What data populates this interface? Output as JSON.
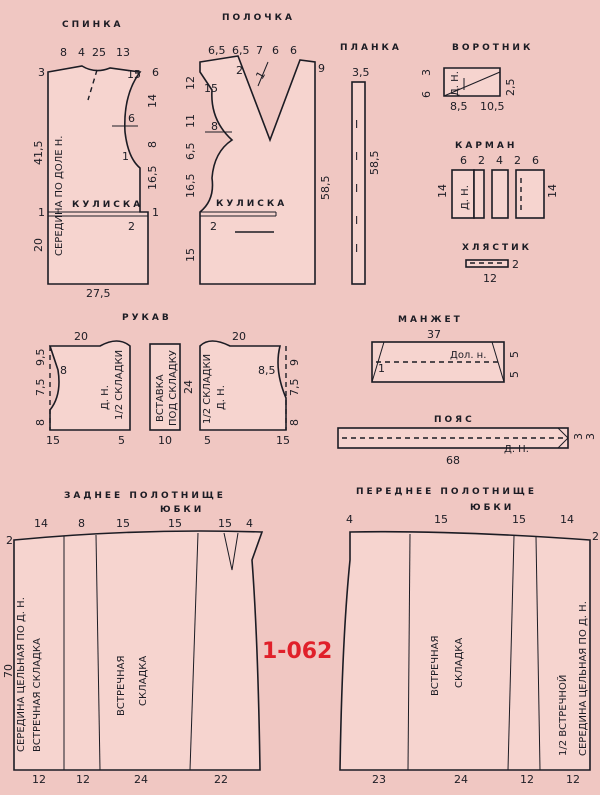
{
  "titles": {
    "back": "СПИНКА",
    "front": "ПОЛОЧКА",
    "placket": "ПЛАНКА",
    "collar": "ВОРОТНИК",
    "pocket": "КАРМАН",
    "tab": "ХЛЯСТИК",
    "sleeve": "РУКАВ",
    "cuff": "МАНЖЕТ",
    "belt": "ПОЯС",
    "skirt_back": "ЗАДНЕЕ ПОЛОТНИЩЕ",
    "skirt_back_sub": "ЮБКИ",
    "skirt_front": "ПЕРЕДНЕЕ ПОЛОТНИЩЕ",
    "skirt_front_sub": "ЮБКИ"
  },
  "pattern_code": "1-062",
  "labels": {
    "back_center": "СЕРЕДИНА ПО ДОЛЕ Н.",
    "back_casing": "КУЛИСКА",
    "front_casing": "КУЛИСКА",
    "sleeve_fold": "Д. Н.",
    "sleeve_half_pleat": "1/2 СКЛАДКИ",
    "insert_1": "ВСТАВКА",
    "insert_2": "ПОД СКЛАДКУ",
    "sleeve2_half_pleat": "1/2 СКЛАДКИ",
    "sleeve2_fold": "Д. Н.",
    "cuff_grain": "Дол. н.",
    "belt_grain": "Д. Н.",
    "pocket_grain": "Д. Н.",
    "collar_grain": "Д. Н.",
    "skirt_back_center": "СЕРЕДИНА ЦЕЛЬНАЯ ПО Д. Н.",
    "skirt_back_pleat_edge": "ВСТРЕЧНАЯ СКЛАДКА",
    "skirt_back_pleat_1": "ВСТРЕЧНАЯ",
    "skirt_back_pleat_2": "СКЛАДКА",
    "skirt_front_pleat_1": "ВСТРЕЧНАЯ",
    "skirt_front_pleat_2": "СКЛАДКА",
    "skirt_front_half": "1/2 ВСТРЕЧНОЙ",
    "skirt_front_center": "СЕРЕДИНА ЦЕЛЬНАЯ ПО Д. Н."
  },
  "dims": {
    "back": {
      "top": [
        "8",
        "4",
        "25",
        "13"
      ],
      "left": [
        "3",
        "41,5",
        "1",
        "20"
      ],
      "right": [
        "6",
        "14",
        "8",
        "16,5",
        "1"
      ],
      "inner": [
        "15",
        "6",
        "1",
        "2"
      ],
      "bottom": "27,5"
    },
    "front": {
      "top": [
        "6,5",
        "6,5",
        "7",
        "6",
        "6"
      ],
      "left": [
        "12",
        "11",
        "6,5",
        "16,5",
        "15"
      ],
      "inner": [
        "15",
        "2",
        "1",
        "8",
        "2"
      ],
      "right": [
        "9",
        "58,5"
      ]
    },
    "placket": {
      "top": "3,5",
      "side": "58,5",
      "marks": [
        "I",
        "I",
        "I",
        "I",
        "I"
      ]
    },
    "collar": {
      "left": [
        "6",
        "3"
      ],
      "right": "2,5",
      "bottom": [
        "8,5",
        "10,5"
      ]
    },
    "pocket": {
      "top": [
        "6",
        "2",
        "4",
        "2",
        "6"
      ],
      "left": "14",
      "right": "14"
    },
    "tab": {
      "bottom": "12",
      "right": "2"
    },
    "sleeve": {
      "top": "20",
      "left": [
        "9,5",
        "7,5",
        "8"
      ],
      "inner": "8",
      "bottom": [
        "15",
        "5"
      ]
    },
    "insert": {
      "side": "24",
      "bottom": "10"
    },
    "sleeve2": {
      "top": "20",
      "right": [
        "9",
        "7,5",
        "8"
      ],
      "inner": "8,5",
      "bottom": [
        "5",
        "15"
      ]
    },
    "cuff": {
      "top": "37",
      "left": "1",
      "right": [
        "5",
        "5"
      ]
    },
    "belt": {
      "bottom": "68",
      "right": [
        "3",
        "3"
      ]
    },
    "skirt_back": {
      "top": [
        "14",
        "8",
        "15",
        "15",
        "15",
        "4"
      ],
      "left": [
        "2",
        "70"
      ],
      "bottom": [
        "12",
        "12",
        "24",
        "22"
      ]
    },
    "skirt_front": {
      "top": [
        "4",
        "15",
        "15",
        "14"
      ],
      "right": "2",
      "bottom": [
        "23",
        "24",
        "12",
        "12"
      ]
    }
  }
}
